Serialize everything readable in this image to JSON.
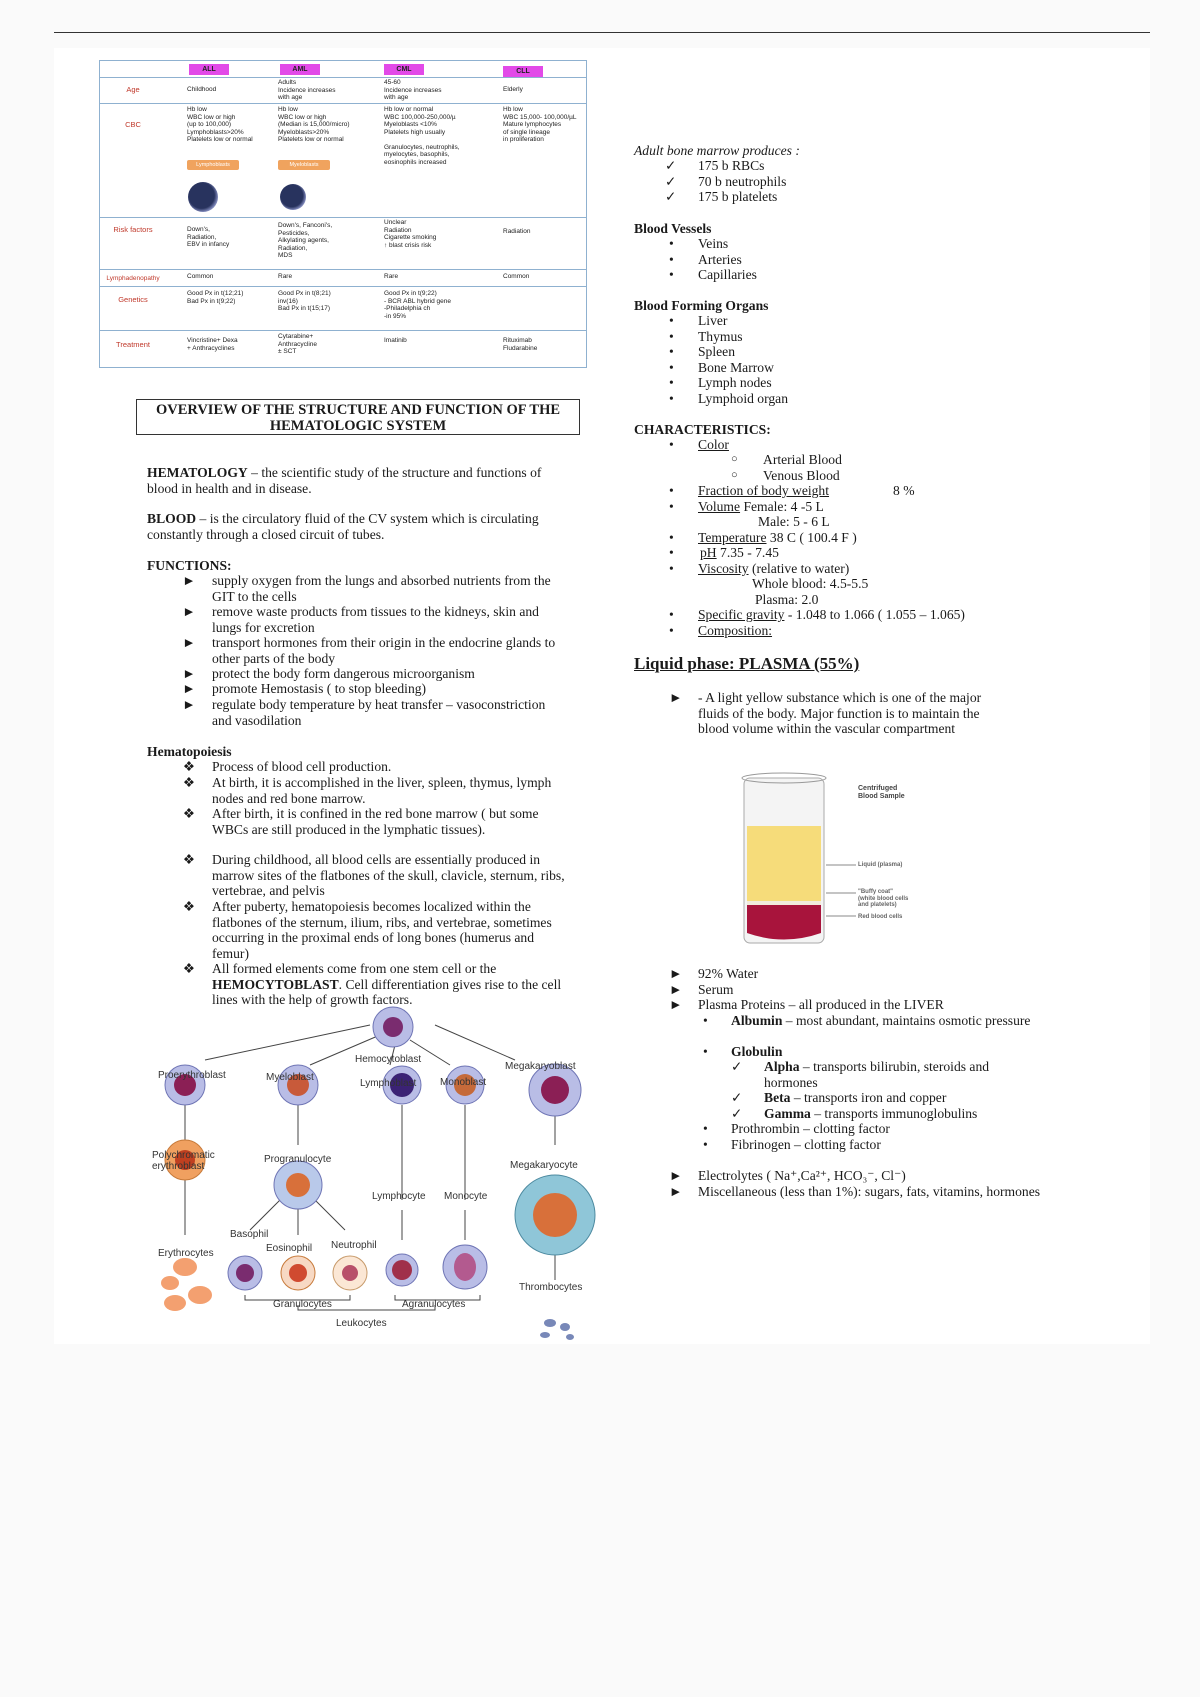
{
  "table": {
    "headers": [
      "ALL",
      "AML",
      "CML",
      "CLL"
    ],
    "rows": [
      {
        "label": "Age",
        "cells": [
          "Childhood",
          "Adults\nIncidence increases\nwith age",
          "45-60\nIncidence increases\nwith age",
          "Elderly"
        ]
      },
      {
        "label": "CBC",
        "cells": [
          "Hb low\nWBC low or high\n(up to 100,000)\nLymphoblasts>20%\nPlatelets low or normal",
          "Hb low\nWBC low or high\n(Median is 15,000/micro)\nMyeloblasts>20%\nPlatelets low or normal",
          "Hb low or normal\nWBC 100,000-250,000/µ\nMyeloblasts <10%\nPlatelets high usually\n\nGranulocytes, neutrophils,\nmyelocytes, basophils,\neosinophils increased",
          "Hb low\nWBC 15,000- 100,000/µL\nMature lymphocytes\nof single lineage\nin proliferation"
        ]
      },
      {
        "label": "Risk factors",
        "cells": [
          "Down's,\nRadiation,\nEBV in infancy",
          "Down's, Fanconi's,\nPesticides,\nAlkylating agents,\nRadiation,\nMDS",
          "Unclear\nRadiation\nCigarette smoking\n↑ blast crisis risk",
          "Radiation"
        ]
      },
      {
        "label": "Lymphadenopathy",
        "cells": [
          "Common",
          "Rare",
          "Rare",
          "Common"
        ]
      },
      {
        "label": "Genetics",
        "cells": [
          "Good Px in t(12;21)\nBad Px in t(9;22)",
          "Good Px in t(8;21)\ninv(16)\nBad Px in t(15;17)",
          "Good Px in t(9;22)\n- BCR ABL hybrid gene\n-Philadelphia ch\n-in 95%",
          ""
        ]
      },
      {
        "label": "Treatment",
        "cells": [
          "Vincristine+ Dexa\n+ Anthracyclines",
          "Cytarabine+\nAnthracycline\n± SCT",
          "Imatinib",
          "Rituximab\nFludarabine"
        ]
      }
    ],
    "pills": [
      "Lymphoblasts",
      "Myeloblasts"
    ]
  },
  "overview_title": "OVERVIEW OF THE STRUCTURE AND FUNCTION OF THE HEMATOLOGIC SYSTEM",
  "hematology": {
    "term": "HEMATOLOGY",
    "def": " – the scientific study of the structure and functions of blood in health and in disease."
  },
  "blood": {
    "term": "BLOOD",
    "def": " – is the circulatory fluid of the CV system which is circulating constantly through a closed circuit of tubes."
  },
  "functions": {
    "title": "FUNCTIONS:",
    "items": [
      "supply oxygen from the lungs and absorbed nutrients from the GIT to the cells",
      "remove waste products from tissues to the kidneys, skin and lungs for excretion",
      "transport hormones from their origin in the endocrine glands to other parts of the body",
      "protect the body form dangerous microorganism",
      "promote Hemostasis ( to stop bleeding)",
      "regulate body temperature by heat transfer – vasoconstriction and vasodilation"
    ]
  },
  "hematopoiesis": {
    "title": "Hematopoiesis",
    "items": [
      "Process of blood cell production.",
      "At birth, it is accomplished in the liver, spleen, thymus, lymph nodes and red bone marrow.",
      "After birth, it is confined in the red bone marrow ( but some WBCs are still produced in the lymphatic tissues).",
      "During childhood, all blood cells are essentially produced in marrow sites of the flatbones of the skull, clavicle, sternum, ribs, vertebrae, and pelvis",
      "After puberty, hematopoiesis becomes localized within the flatbones of the sternum, ilium, ribs, and vertebrae, sometimes occurring in the proximal ends of long bones (humerus and femur)"
    ],
    "last_pre": "All formed elements come from one stem cell or the ",
    "last_bold": "HEMOCYTOBLAST",
    "last_post": ". Cell differentiation gives rise to the cell lines with the help of growth factors."
  },
  "diagram": {
    "labels": [
      "Hemocytoblast",
      "Proerythroblast",
      "Myeloblast",
      "Lymphoblast",
      "Monoblast",
      "Megakaryoblast",
      "Polychromatic\nerythroblast",
      "Progranulocyte",
      "Megakaryocyte",
      "Lymphocyte",
      "Monocyte",
      "Basophil",
      "Eosinophil",
      "Neutrophil",
      "Erythrocytes",
      "Thrombocytes",
      "Granulocytes",
      "Agranulocytes",
      "Leukocytes"
    ]
  },
  "marrow": {
    "title": "Adult bone marrow produces :",
    "items": [
      "175 b RBCs",
      "70 b neutrophils",
      "175 b platelets"
    ]
  },
  "vessels": {
    "title": "Blood Vessels",
    "items": [
      "Veins",
      "Arteries",
      "Capillaries"
    ]
  },
  "organs": {
    "title": "Blood Forming Organs",
    "items": [
      "Liver",
      "Thymus",
      "Spleen",
      "Bone Marrow",
      "Lymph nodes",
      "Lymphoid organ"
    ]
  },
  "characteristics": {
    "title": "CHARACTERISTICS:",
    "color": "Color",
    "arterial": "Arterial Blood",
    "venous": "Venous Blood",
    "fraction": "Fraction of body weight",
    "fraction_val": "8 %",
    "volume": "Volume",
    "volume_female": " Female: 4 -5 L",
    "volume_male": "Male: 5 - 6 L",
    "temp": "Temperature",
    "temp_val": " 38 C ( 100.4 F )",
    "ph": "pH",
    "ph_val": " 7.35 - 7.45",
    "viscosity": "Viscosity",
    "viscosity_val": " (relative to water)",
    "whole": "Whole blood: 4.5-5.5",
    "plasma": "Plasma: 2.0",
    "sg": "Specific gravity",
    "sg_val": " -  1.048 to 1.066 ( 1.055 – 1.065)",
    "composition": "Composition:"
  },
  "plasma_heading": "Liquid phase: PLASMA (55%)",
  "plasma_desc": "- A light yellow substance which is one of the major fluids of the body. Major function is to maintain the blood volume within the vascular compartment",
  "tube_labels": {
    "title": "Centrifuged\nBlood Sample",
    "liquid": "Liquid (plasma)",
    "buffy": "\"Buffy coat\"\n(white blood cells\nand platelets)",
    "red": "Red blood cells"
  },
  "plasma_list": {
    "water": "92% Water",
    "serum": "Serum",
    "proteins": "Plasma Proteins – all produced in the LIVER",
    "albumin": "Albumin",
    "albumin_desc": " – most abundant, maintains osmotic pressure",
    "globulin": "Globulin",
    "alpha": "Alpha",
    "alpha_desc": " – transports bilirubin, steroids and hormones",
    "beta": "Beta",
    "beta_desc": " – transports iron and copper",
    "gamma": "Gamma",
    "gamma_desc": " – transports immunoglobulins",
    "prothrombin": "Prothrombin – clotting factor",
    "fibrinogen": "Fibrinogen – clotting factor",
    "electrolytes": "Electrolytes ( Na⁺,Ca²⁺, HCO₃⁻, Cl⁻)",
    "misc": "Miscellaneous (less than 1%): sugars, fats, vitamins, hormones"
  }
}
